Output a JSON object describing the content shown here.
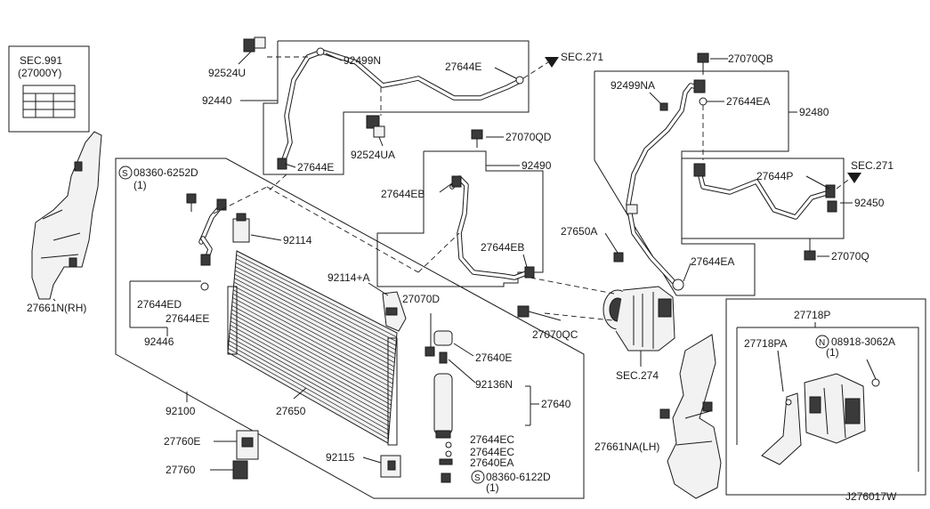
{
  "diagram_id": "J276017W",
  "sec_box": {
    "line1": "SEC.991",
    "line2": "(27000Y)"
  },
  "section_refs": {
    "sec271_top": "SEC.271",
    "sec271_right": "SEC.271",
    "sec274": "SEC.274"
  },
  "bolt_symbol": "S",
  "nut_symbol": "N",
  "labels": {
    "p92524U": "92524U",
    "p92499N": "92499N",
    "p27644E_top": "27644E",
    "p92440": "92440",
    "p27644E_left": "27644E",
    "p92524UA": "92524UA",
    "p27070QD": "27070QD",
    "p92490": "92490",
    "p27644EB_top": "27644EB",
    "p27644EB_bottom": "27644EB",
    "p27070QB": "27070QB",
    "p92499NA": "92499NA",
    "p27644EA_top": "27644EA",
    "p92480": "92480",
    "p27644P": "27644P",
    "p92450": "92450",
    "p27650A": "27650A",
    "p27644EA_bottom": "27644EA",
    "p27070Q": "27070Q",
    "p08360_6252D": "08360-6252D",
    "p08360_6252D_qty": "(1)",
    "p92114": "92114",
    "p92114A": "92114+A",
    "p27070D": "27070D",
    "p27640E": "27640E",
    "p92136N": "92136N",
    "p27640": "27640",
    "p27644ED": "27644ED",
    "p27644EE": "27644EE",
    "p92446": "92446",
    "p27661N": "27661N(RH)",
    "p92100": "92100",
    "p27650": "27650",
    "p27760E": "27760E",
    "p27760": "27760",
    "p92115": "92115",
    "p27644EC_1": "27644EC",
    "p27644EC_2": "27644EC",
    "p27640EA": "27640EA",
    "p08360_6122D": "08360-6122D",
    "p08360_6122D_qty": "(1)",
    "p27070QC": "27070QC",
    "p27661NA": "27661NA(LH)",
    "p27718P": "27718P",
    "p27718PA": "27718PA",
    "p08918_3062A": "08918-3062A",
    "p08918_3062A_qty": "(1)"
  }
}
